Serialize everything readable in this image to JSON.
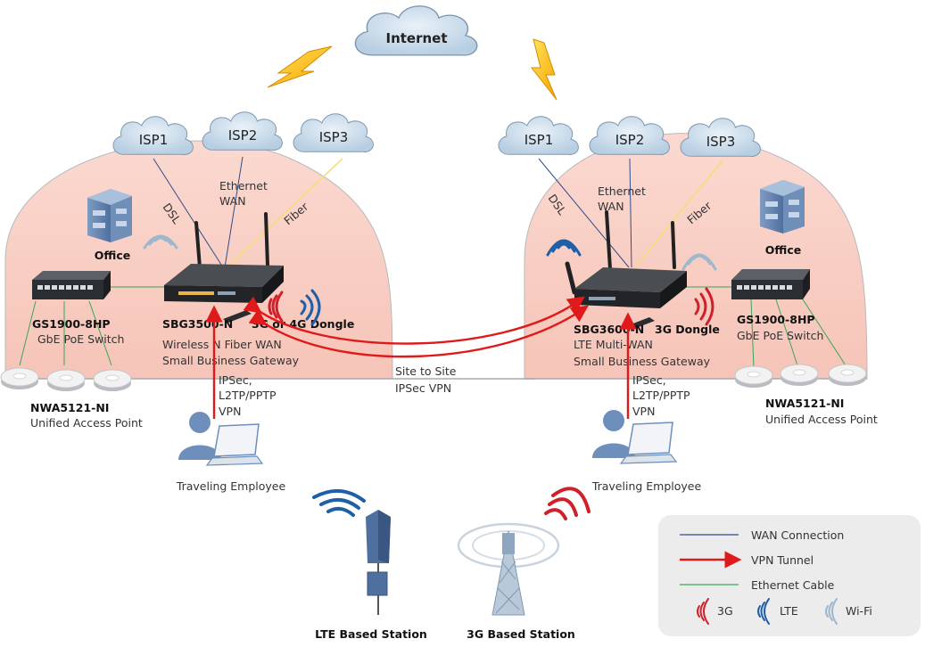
{
  "internet": "Internet",
  "left_site": {
    "isps": [
      "ISP1",
      "ISP2",
      "ISP3"
    ],
    "links": {
      "dsl": "DSL",
      "ethernet_1": "Ethernet",
      "ethernet_2": "WAN",
      "fiber": "Fiber"
    },
    "office": "Office",
    "switch_model": "GS1900-8HP",
    "switch_desc": "GbE PoE Switch",
    "gateway_model": "SBG3500-N",
    "gateway_desc_1": "Wireless N Fiber WAN",
    "gateway_desc_2": "Small Business Gateway",
    "dongle": "3G or 4G Dongle",
    "ap_model": "NWA5121-NI",
    "ap_desc": "Unified Access Point",
    "vpn_1": "IPSec,",
    "vpn_2": "L2TP/PPTP",
    "vpn_3": "VPN",
    "employee": "Traveling Employee"
  },
  "right_site": {
    "isps": [
      "ISP1",
      "ISP2",
      "ISP3"
    ],
    "links": {
      "dsl": "DSL",
      "ethernet_1": "Ethernet",
      "ethernet_2": "WAN",
      "fiber": "Fiber"
    },
    "office": "Office",
    "switch_model": "GS1900-8HP",
    "switch_desc": "GbE PoE Switch",
    "gateway_model": "SBG3600-N",
    "gateway_desc_1": "LTE Multi-WAN",
    "gateway_desc_2": "Small Business Gateway",
    "dongle": "3G Dongle",
    "ap_model": "NWA5121-NI",
    "ap_desc": "Unified Access Point",
    "vpn_1": "IPSec,",
    "vpn_2": "L2TP/PPTP",
    "vpn_3": "VPN",
    "employee": "Traveling Employee"
  },
  "tunnel": {
    "line_1": "Site to Site",
    "line_2": "IPSec VPN"
  },
  "stations": {
    "lte": "LTE Based Station",
    "g3": "3G Based Station"
  },
  "legend": {
    "wan": "WAN Connection",
    "vpn": "VPN Tunnel",
    "ethernet": "Ethernet Cable",
    "g3": "3G",
    "lte": "LTE",
    "wifi": "Wi-Fi"
  },
  "colors": {
    "wan": "#2f4d8c",
    "vpn": "#e01a1a",
    "ethernet": "#3aa55a",
    "fiber": "#f5dd7a",
    "signal_3g": "#d0202a",
    "signal_lte": "#1f5fa8",
    "signal_wifi": "#9fb7cc",
    "site_bg": "#fbd5cc"
  }
}
